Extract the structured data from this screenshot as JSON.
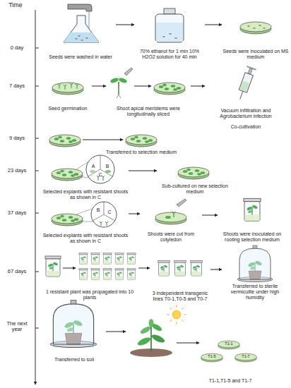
{
  "diagram": {
    "nodes": [
      {
        "text": [
          "Seeds were washed in water"
        ]
      },
      {
        "text": [
          "70% ethanol for 1 min 10% H2O2 solution for 40 min"
        ]
      },
      {
        "text": [
          "Seeds were inoculated on MS medium"
        ]
      },
      {
        "text": [
          "Seed germination"
        ]
      },
      {
        "text": [
          "Shoot apical meristems were longitudinally sliced"
        ]
      },
      {
        "text": [
          "Vacuum infiltration and Agrobacterium infection",
          "Co-cultivation"
        ]
      },
      {
        "text": [
          "Transferred to selection medium"
        ]
      },
      {
        "text": [
          "Selected explants with resistant shoots as shown in C"
        ]
      },
      {
        "text": [
          "Sub-cultured on new selection medium"
        ]
      },
      {
        "text": [
          "Selected explants with resistant shoots as shown in C"
        ]
      },
      {
        "text": [
          "Shoots were cut from cotyledon"
        ]
      },
      {
        "text": [
          "Shoots were inoculated on rooting selection medium"
        ]
      },
      {
        "text": [
          "1 resistant plant was propagated into 10 plants"
        ]
      },
      {
        "text": [
          "3 independent transgenic lines T0-1,T0-5 and T0-7"
        ]
      },
      {
        "text": [
          "Transferred to sterile vermiculite under high humidity"
        ]
      },
      {
        "text": [
          "Transferred to soil"
        ]
      },
      {
        "text": [
          "T1-1,T1-5 and T1-7"
        ]
      }
    ],
    "edges": [
      {
        "from": 0,
        "to": 1,
        "arrow": "to"
      },
      {
        "from": 1,
        "to": 2,
        "arrow": "to"
      },
      {
        "from": 3,
        "to": 4,
        "arrow": "to"
      },
      {
        "from": 4,
        "to": 5,
        "arrow": "to"
      },
      {
        "from": 7,
        "to": 8,
        "arrow": "to"
      },
      {
        "from": 9,
        "to": 10,
        "arrow": "to"
      },
      {
        "from": 10,
        "to": 11,
        "arrow": "to"
      },
      {
        "from": 12,
        "to": 13,
        "arrow": "to"
      },
      {
        "from": 13,
        "to": 14,
        "arrow": "to"
      }
    ],
    "labels": [
      "Time",
      "0 day",
      "7 days",
      "9 days",
      "23 days",
      "37 days",
      "67 days",
      "The next year",
      "A",
      "B",
      "C",
      "B",
      "C",
      "T1-1",
      "T1-5",
      "T1-7"
    ]
  }
}
